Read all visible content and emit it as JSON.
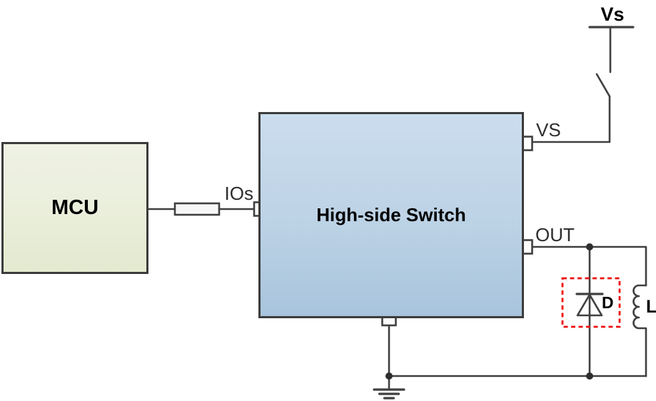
{
  "theme": {
    "background": "#ffffff",
    "wire_color": "#404040",
    "block_border": "#3c3c3c",
    "mcu_fill_top": "#eff2e4",
    "mcu_fill_bottom": "#e3eacf",
    "switch_fill_top": "#cbddee",
    "switch_fill_bottom": "#a8c4dc",
    "pin_fill": "#fdfdfd",
    "highlight_red": "#ee1111",
    "label_color": "#2d2d2d",
    "text_color": "#000000"
  },
  "blocks": {
    "mcu": {
      "label": "MCU"
    },
    "high_side_switch": {
      "label": "High-side Switch"
    }
  },
  "pin_labels": {
    "input": "IOs",
    "supply": "VS",
    "output": "OUT"
  },
  "supply": {
    "label": "Vs"
  },
  "components": {
    "freewheeling_diode": {
      "label": "D"
    },
    "inductive_load": {
      "label": "L"
    }
  }
}
